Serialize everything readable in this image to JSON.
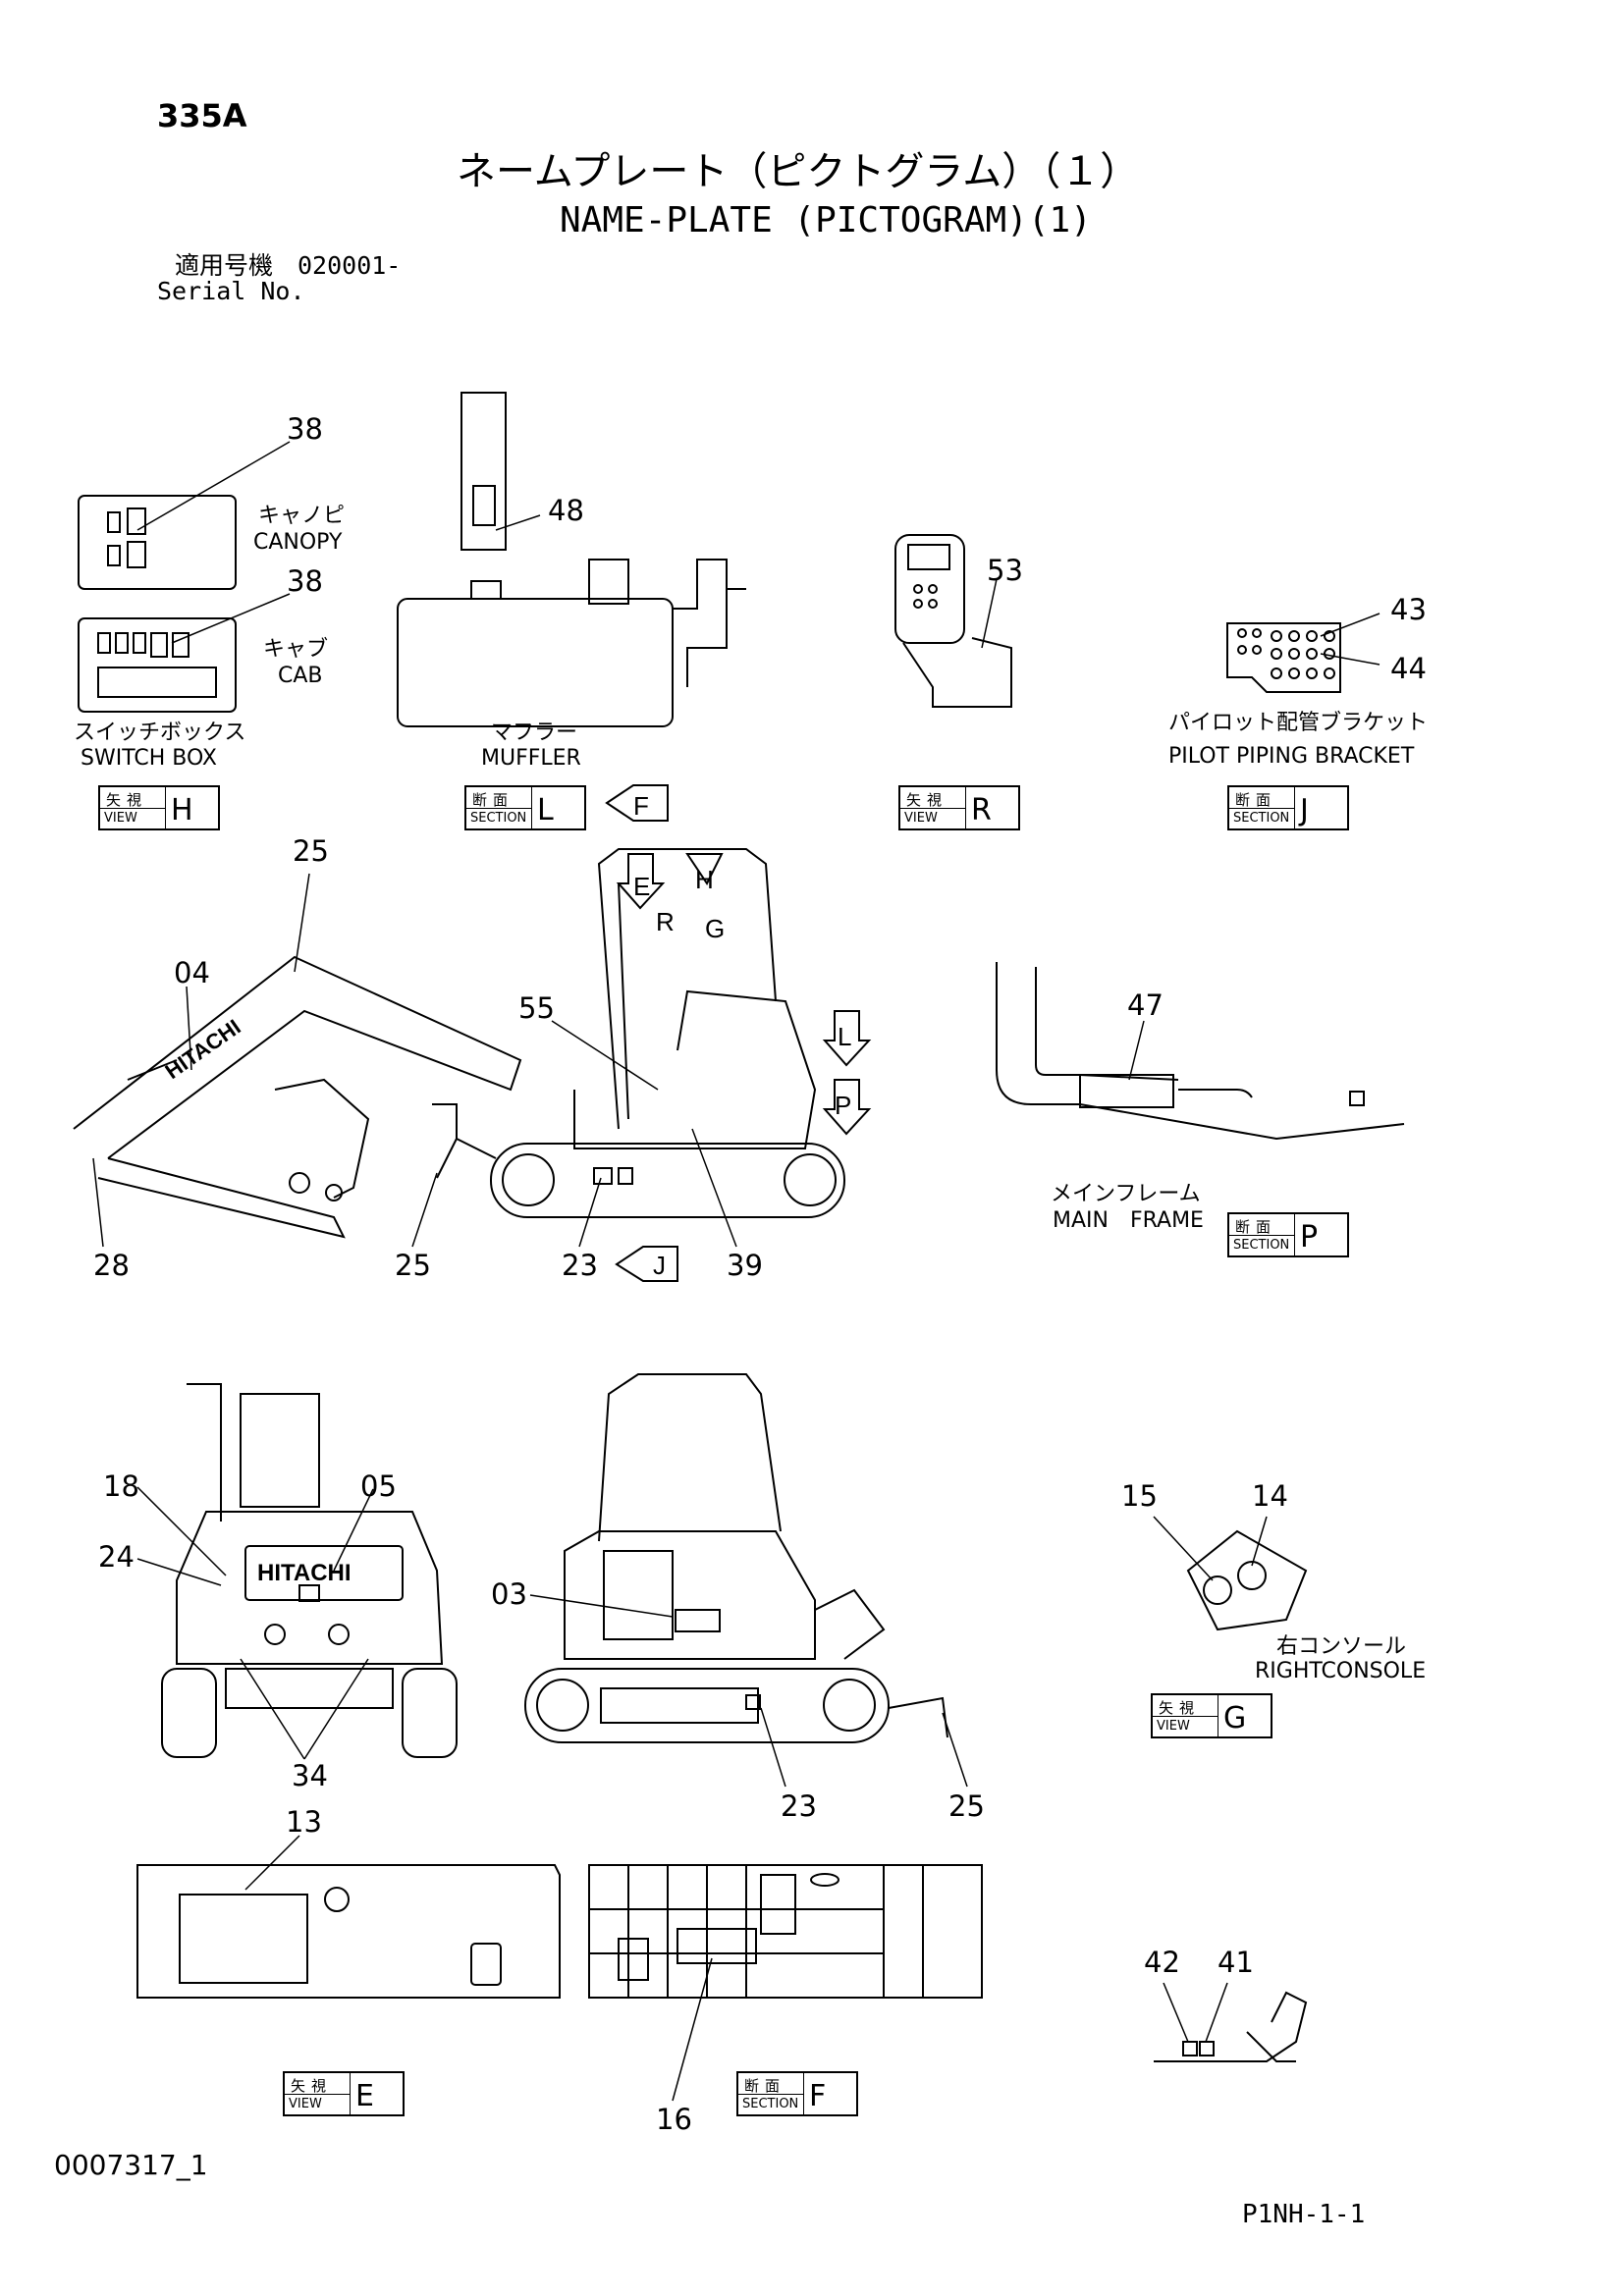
{
  "header": {
    "code": "335A",
    "title_jp": "ネームプレート（ピクトグラム）（１）",
    "title_en": "NAME-PLATE (PICTOGRAM)(1)",
    "serial_jp": "適用号機　020001-",
    "serial_en": "Serial No."
  },
  "footer": {
    "left_code": "0007317_1",
    "right_code": "P1NH-1-1"
  },
  "labels": {
    "canopy_jp": "キャノピ",
    "canopy_en": "CANOPY",
    "cab_jp": "キャブ",
    "cab_en": "CAB",
    "switchbox_jp": "スイッチボックス",
    "switchbox_en": "SWITCH BOX",
    "muffler_jp": "マフラー",
    "muffler_en": "MUFFLER",
    "pilot_jp": "パイロット配管ブラケット",
    "pilot_en": "PILOT PIPING BRACKET",
    "mainframe_jp": "メインフレーム",
    "mainframe_en": "MAIN　FRAME",
    "rightconsole_jp": "右コンソール",
    "rightconsole_en": "RIGHTCONSOLE",
    "brand": "HITACHI"
  },
  "view_boxes": {
    "view_jp": "矢視",
    "view_en": "VIEW",
    "section_jp": "断面",
    "section_en": "SECTION",
    "h": "H",
    "l": "L",
    "r": "R",
    "j": "J",
    "p": "P",
    "g": "G",
    "e": "E",
    "f": "F"
  },
  "arrow_letters": {
    "f": "F",
    "e": "E",
    "h": "H",
    "r": "R",
    "g": "G",
    "l": "L",
    "p": "P",
    "j": "J"
  },
  "callouts": {
    "n38a": "38",
    "n38b": "38",
    "n48": "48",
    "n53": "53",
    "n43": "43",
    "n44": "44",
    "n25a": "25",
    "n04": "04",
    "n55": "55",
    "n47": "47",
    "n28": "28",
    "n25b": "25",
    "n23a": "23",
    "n39": "39",
    "n18": "18",
    "n05": "05",
    "n24": "24",
    "n34": "34",
    "n03": "03",
    "n23b": "23",
    "n25c": "25",
    "n15": "15",
    "n14": "14",
    "n13": "13",
    "n16": "16",
    "n42": "42",
    "n41": "41"
  }
}
